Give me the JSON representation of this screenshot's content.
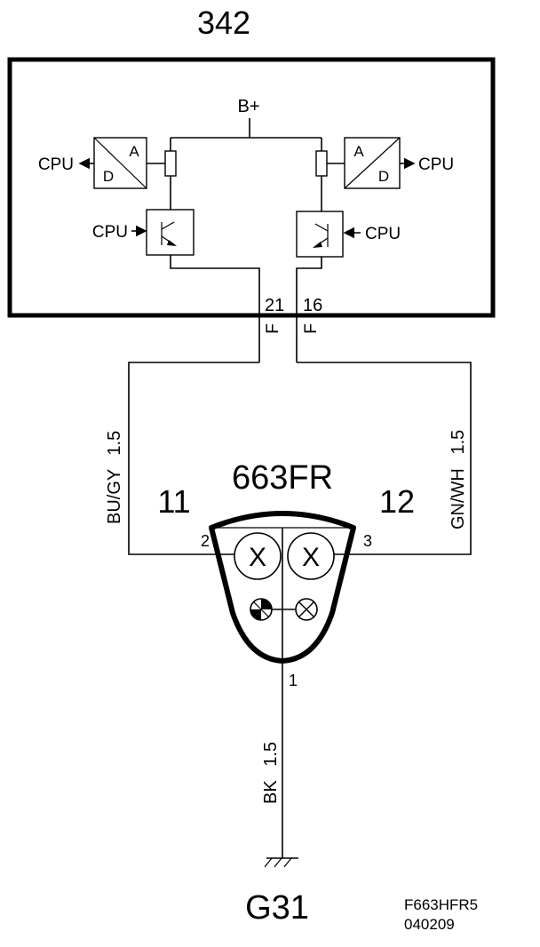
{
  "module": {
    "id": "342",
    "supply_label": "B+",
    "left_converter": {
      "top_letter": "A",
      "bottom_letter": "D",
      "output_label": "CPU"
    },
    "right_converter": {
      "top_letter": "A",
      "bottom_letter": "D",
      "output_label": "CPU"
    },
    "left_driver_input_label": "CPU",
    "right_driver_input_label": "CPU",
    "pin_left": "21",
    "pin_right": "16",
    "fuse_left": "F",
    "fuse_right": "F"
  },
  "wires": {
    "left": {
      "color": "BU/GY",
      "size": "1.5"
    },
    "right": {
      "color": "GN/WH",
      "size": "1.5"
    },
    "ground": {
      "color": "BK",
      "size": "1.5"
    }
  },
  "lamp_unit": {
    "id": "663FR",
    "left_number": "11",
    "right_number": "12",
    "pin_left": "2",
    "pin_right": "3",
    "pin_ground": "1"
  },
  "ground_point": "G31",
  "drawing_ref": {
    "code": "F663HFR5",
    "date": "040209"
  }
}
